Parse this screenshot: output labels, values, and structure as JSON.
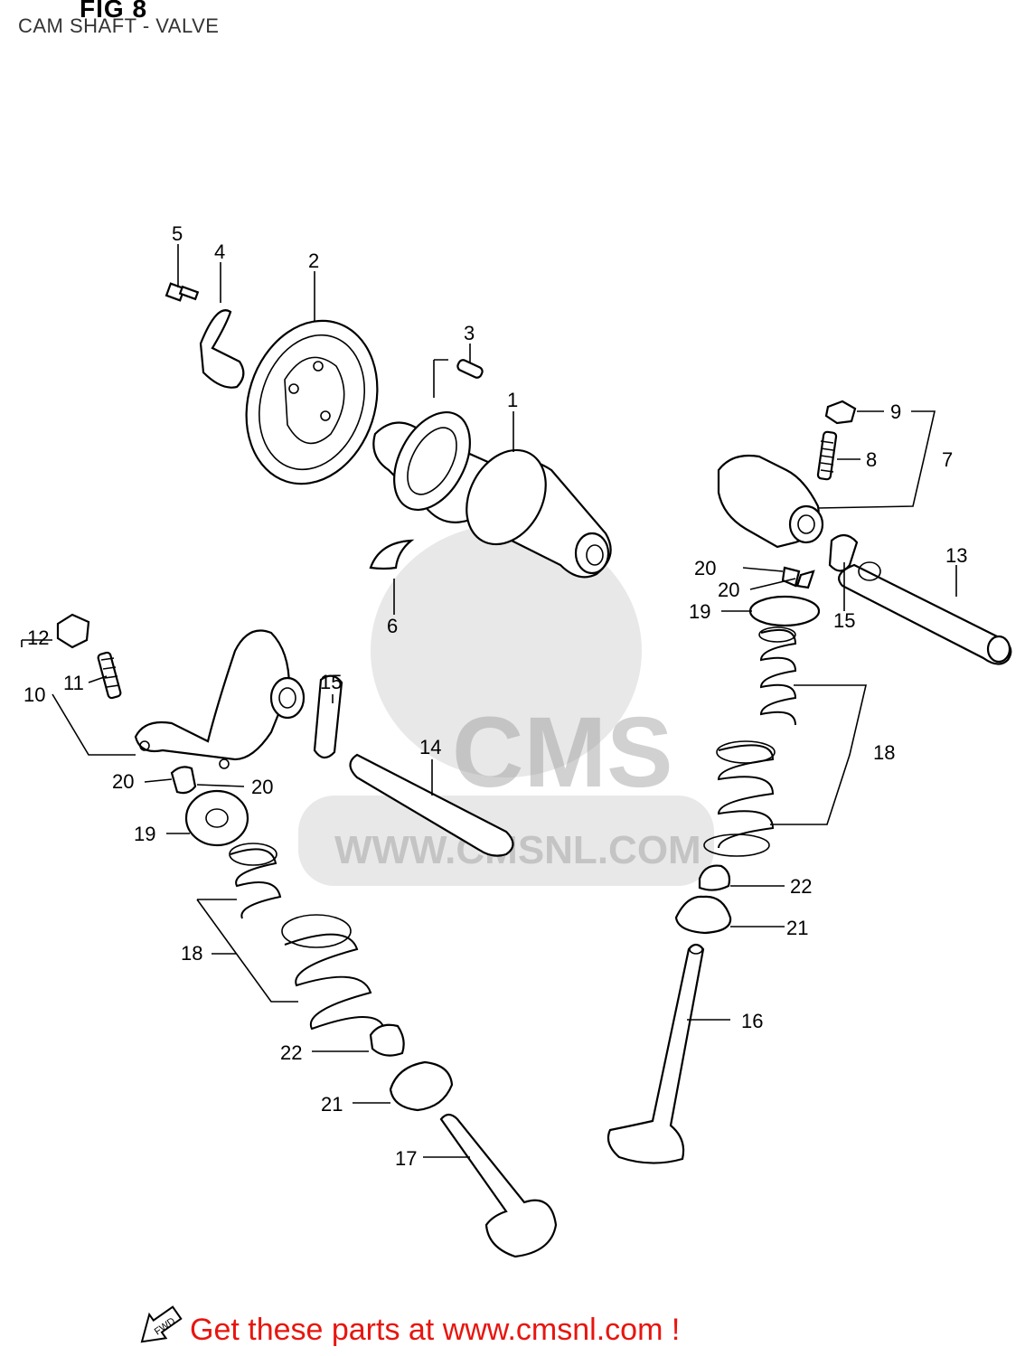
{
  "header": {
    "fig_label": "FIG 8",
    "subtitle": "CAM SHAFT - VALVE"
  },
  "watermark": {
    "brand": "CMS",
    "url": "WWW.CMSNL.COM"
  },
  "callouts": {
    "c1": "1",
    "c2": "2",
    "c3": "3",
    "c4": "4",
    "c5": "5",
    "c6": "6",
    "c7": "7",
    "c8": "8",
    "c9": "9",
    "c10": "10",
    "c11": "11",
    "c12": "12",
    "c13": "13",
    "c14": "14",
    "c15a": "15",
    "c15b": "15",
    "c16": "16",
    "c17": "17",
    "c18a": "18",
    "c18b": "18",
    "c19a": "19",
    "c19b": "19",
    "c20a": "20",
    "c20b": "20",
    "c20c": "20",
    "c20d": "20",
    "c21a": "21",
    "c21b": "21",
    "c22a": "22",
    "c22b": "22"
  },
  "fwd_label": "FWD",
  "footer": {
    "text": "Get these parts at www.cmsnl.com !",
    "color": "#e8150e"
  }
}
